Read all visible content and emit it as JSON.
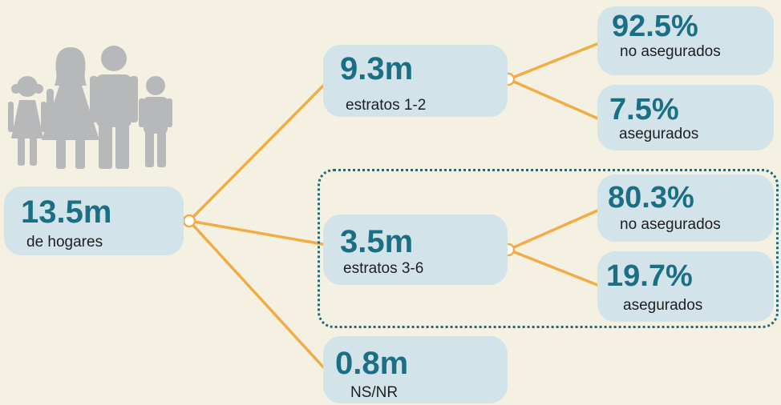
{
  "root": {
    "value": "13.5m",
    "label": "de hogares"
  },
  "level1": [
    {
      "value": "9.3m",
      "label": "estratos 1-2"
    },
    {
      "value": "3.5m",
      "label": "estratos 3-6"
    },
    {
      "value": "0.8m",
      "label": "NS/NR"
    }
  ],
  "level2_group1": [
    {
      "value": "92.5%",
      "label": "no asegurados"
    },
    {
      "value": "7.5%",
      "label": "asegurados"
    }
  ],
  "level2_group2": [
    {
      "value": "80.3%",
      "label": "no asegurados"
    },
    {
      "value": "19.7%",
      "label": "asegurados"
    }
  ],
  "icons": {
    "family": "family-icon"
  },
  "colors": {
    "background": "#f4f1e2",
    "box": "#d3e3ea",
    "value_text": "#1b6f84",
    "connector": "#f2ac45",
    "outline": "#1e6a7a",
    "figure": "#b7b8ba"
  }
}
